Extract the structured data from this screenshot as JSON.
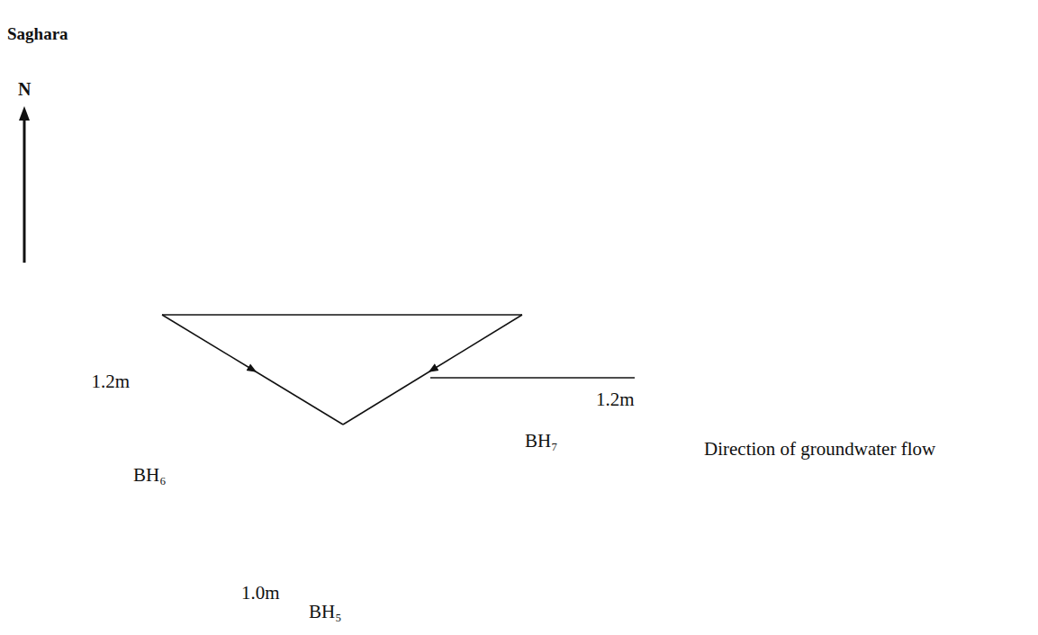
{
  "diagram": {
    "title": "Saghara",
    "nodes": [
      {
        "text": [
          "BH₆"
        ]
      },
      {
        "text": [
          "BH₅"
        ]
      },
      {
        "text": [
          "BH₇"
        ]
      }
    ],
    "edges": [
      {
        "from": 0,
        "to": 1,
        "arrow": "to"
      },
      {
        "from": 2,
        "to": 1,
        "arrow": "to"
      },
      {
        "from": 0,
        "to": 2,
        "arrow": "none"
      }
    ],
    "labels": [
      "N",
      "1.2m",
      "1.0m",
      "1.2m",
      "Direction of groundwater flow"
    ]
  }
}
